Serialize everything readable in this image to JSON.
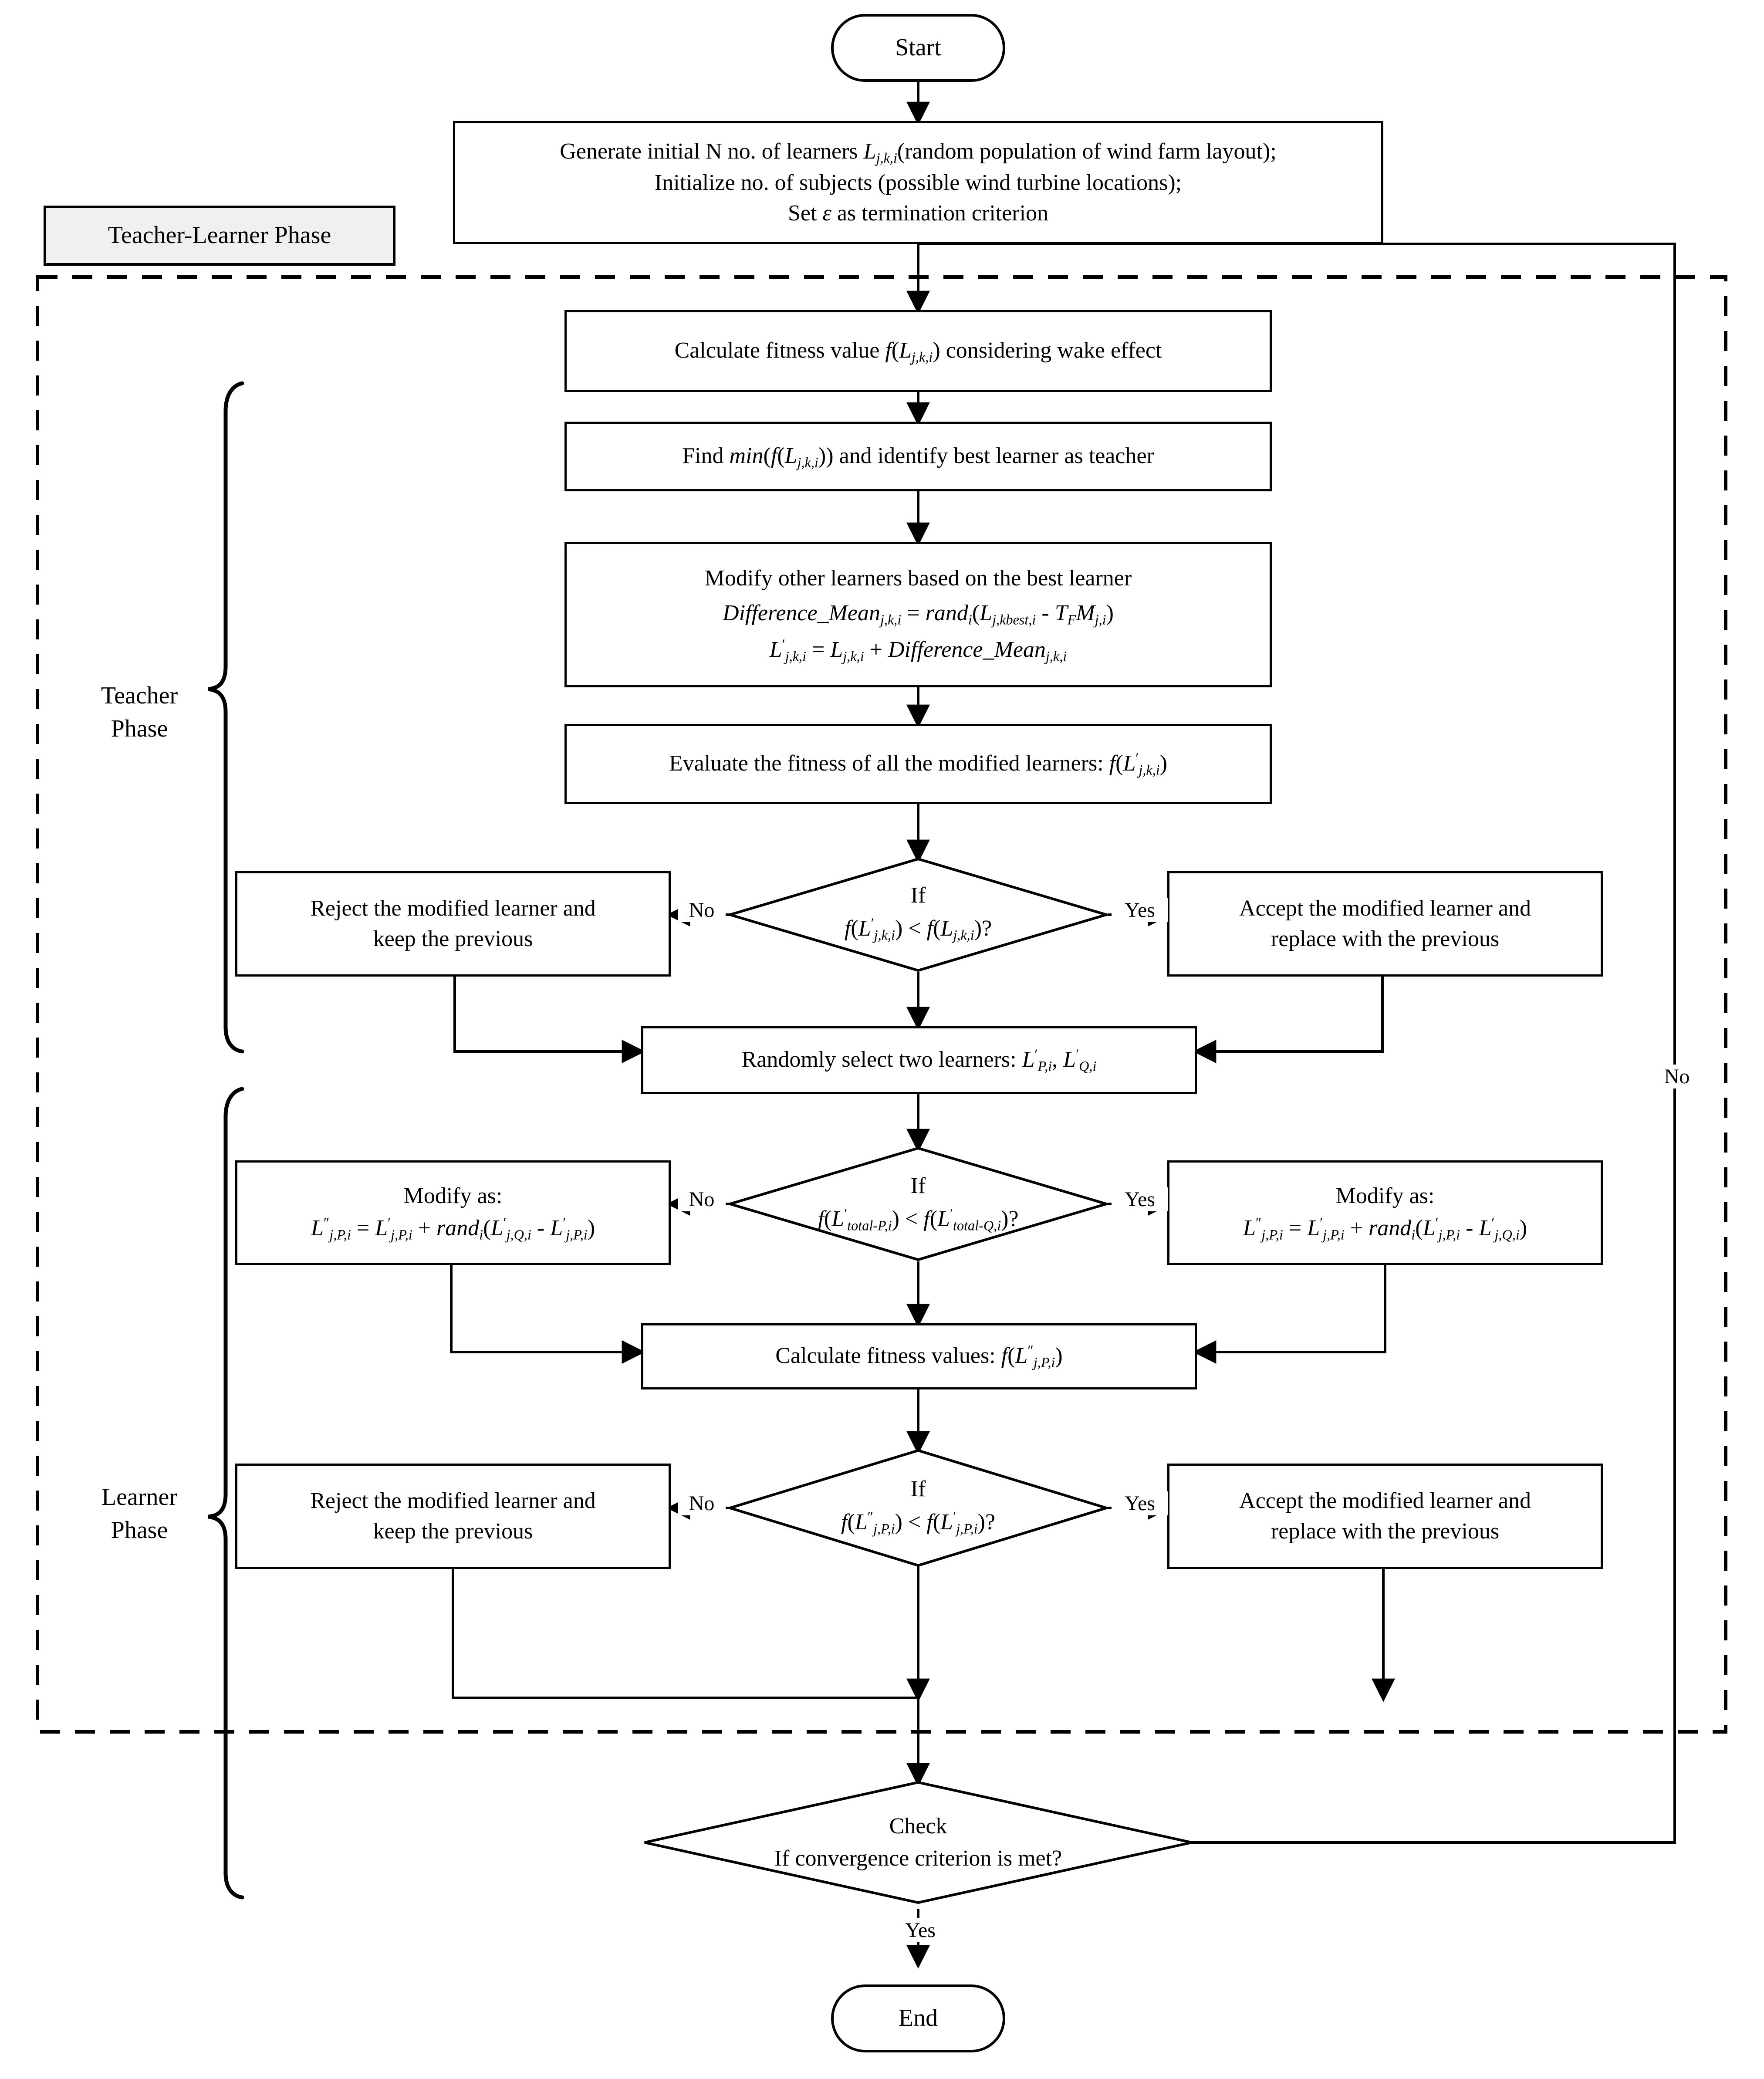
{
  "diagram": {
    "title": "TLBO wind farm layout optimization flowchart",
    "phase_container_label": "Teacher-Learner Phase",
    "side_labels": {
      "teacher": "Teacher\nPhase",
      "teacher_line1": "Teacher",
      "teacher_line2": "Phase",
      "learner_line1": "Learner",
      "learner_line2": "Phase"
    },
    "edge_labels": {
      "yes": "Yes",
      "no": "No",
      "loop_no": "No",
      "final_yes": "Yes"
    },
    "nodes": {
      "start": {
        "label": "Start",
        "shape": "terminator"
      },
      "init": {
        "shape": "process",
        "line1_a": "Generate initial N no. of learners ",
        "line1_var": "L",
        "line1_sub": "j,k,i",
        "line1_b": "(random population of wind farm layout);",
        "line2": "Initialize no. of subjects (possible wind turbine locations);",
        "line3_a": "Set ",
        "line3_eps": "ε",
        "line3_b": " as termination criterion"
      },
      "fitness": {
        "shape": "process",
        "a": "Calculate fitness value ",
        "f": "f",
        "open": "(",
        "var": "L",
        "sub": "j,k,i",
        "close": ")",
        "b": " considering wake effect"
      },
      "findmin": {
        "shape": "process",
        "a": "Find ",
        "min": "min",
        "open": "(",
        "f": "f",
        "open2": "(",
        "var": "L",
        "sub": "j,k,i",
        "close2": ")",
        "close": ")",
        "b": " and identify best learner as teacher"
      },
      "modify_best": {
        "shape": "process",
        "line1": "Modify other learners based on the best learner",
        "eq1": {
          "lhs": "Difference_Mean",
          "lhs_sub": "j,k,i",
          "eq": " = ",
          "rand": "rand",
          "rand_sub": "i",
          "open": "(",
          "t1": "L",
          "t1_sub": "j,kbest,i",
          "minus": " - ",
          "t2": "T",
          "t2_sub": "F",
          "t3": "M",
          "t3_sub": "j,i",
          "close": ")"
        },
        "eq2": {
          "lhs": "L",
          "lhs_sup": "′",
          "lhs_sub": "j,k,i",
          "eq": " = ",
          "r1": "L",
          "r1_sub": "j,k,i",
          "plus": " + ",
          "r2": "Difference_Mean",
          "r2_sub": "j,k,i"
        }
      },
      "evaluate": {
        "shape": "process",
        "a": "Evaluate the fitness of all the modified learners: ",
        "f": "f",
        "open": "(",
        "var": "L",
        "sup": "′",
        "sub": "j,k,i",
        "close": ")"
      },
      "decision1": {
        "shape": "decision",
        "line1": "If",
        "f1": "f",
        "o1": "(",
        "v1": "L",
        "v1_sup": "′",
        "v1_sub": "j,k,i",
        "c1": ")",
        "lt": " < ",
        "f2": "f",
        "o2": "(",
        "v2": "L",
        "v2_sub": "j,k,i",
        "c2": ")?"
      },
      "reject1": {
        "shape": "process",
        "line1": "Reject the modified learner and",
        "line2": "keep the previous"
      },
      "accept1": {
        "shape": "process",
        "line1": "Accept the modified learner and",
        "line2": "replace with the previous"
      },
      "select_two": {
        "shape": "process",
        "a": "Randomly select two learners: ",
        "v1": "L",
        "v1_sup": "′",
        "v1_sub": "P,i",
        "comma": ", ",
        "v2": "L",
        "v2_sup": "′",
        "v2_sub": "Q,i"
      },
      "decision2": {
        "shape": "decision",
        "line1": "If",
        "f1": "f",
        "o1": "(",
        "v1": "L",
        "v1_sup": "′",
        "v1_sub": "total-P,i",
        "c1": ")",
        "lt": " < ",
        "f2": "f",
        "o2": "(",
        "v2": "L",
        "v2_sup": "′",
        "v2_sub": "total-Q,i",
        "c2": ")?"
      },
      "modify_left": {
        "shape": "process",
        "line1": "Modify as:",
        "lhs": "L",
        "lhs_sup": "″",
        "lhs_sub": "j,P,i",
        "eq": " = ",
        "r1": "L",
        "r1_sup": "′",
        "r1_sub": "j,P,i",
        "plus": " + ",
        "rand": "rand",
        "rand_sub": "i",
        "open": "(",
        "t1": "L",
        "t1_sup": "′",
        "t1_sub": "j,Q,i",
        "minus": " - ",
        "t2": "L",
        "t2_sup": "′",
        "t2_sub": "j,P,i",
        "close": ")"
      },
      "modify_right": {
        "shape": "process",
        "line1": "Modify as:",
        "lhs": "L",
        "lhs_sup": "″",
        "lhs_sub": "j,P,i",
        "eq": " = ",
        "r1": "L",
        "r1_sup": "′",
        "r1_sub": "j,P,i",
        "plus": " + ",
        "rand": "rand",
        "rand_sub": "i",
        "open": "(",
        "t1": "L",
        "t1_sup": "′",
        "t1_sub": "j,P,i",
        "minus": " - ",
        "t2": "L",
        "t2_sup": "′",
        "t2_sub": "j,Q,i",
        "close": ")"
      },
      "calc_fitness2": {
        "shape": "process",
        "a": "Calculate fitness values: ",
        "f": "f",
        "open": "(",
        "var": "L",
        "sup": "″",
        "sub": "j,P,i",
        "close": ")"
      },
      "decision3": {
        "shape": "decision",
        "line1": "If",
        "f1": "f",
        "o1": "(",
        "v1": "L",
        "v1_sup": "″",
        "v1_sub": "j,P,i",
        "c1": ")",
        "lt": " < ",
        "f2": "f",
        "o2": "(",
        "v2": "L",
        "v2_sup": "′",
        "v2_sub": "j,P,i",
        "c2": ")?"
      },
      "reject2": {
        "shape": "process",
        "line1": "Reject the modified learner and",
        "line2": "keep the previous"
      },
      "accept2": {
        "shape": "process",
        "line1": "Accept the modified learner and",
        "line2": "replace with the previous"
      },
      "converge": {
        "shape": "decision",
        "line1": "Check",
        "line2": "If convergence criterion is met?"
      },
      "end": {
        "label": "End",
        "shape": "terminator"
      }
    },
    "colors": {
      "stroke": "#000000",
      "background": "#ffffff",
      "phase_label_fill": "#f0f0f0"
    }
  }
}
